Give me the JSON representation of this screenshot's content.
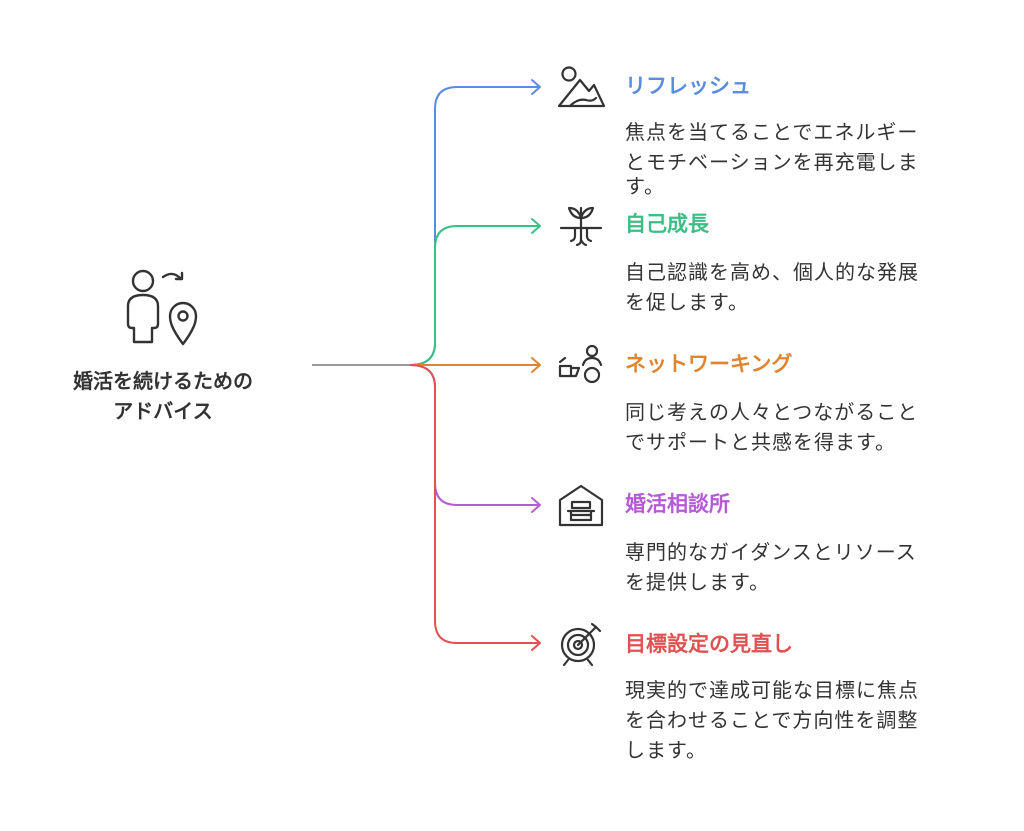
{
  "root": {
    "label_line1": "婚活を続けるための",
    "label_line2": "アドバイス",
    "icon": "person-location-icon"
  },
  "line_color": "#999999",
  "branches": [
    {
      "title": "リフレッシュ",
      "desc_lines": [
        "焦点を当てることでエネルギー",
        "とモチベーションを再充電しま",
        "す。"
      ],
      "color": "#5b8ddf",
      "icon": "landscape-icon"
    },
    {
      "title": "自己成長",
      "desc_lines": [
        "自己認識を高め、個人的な発展",
        "を促します。"
      ],
      "color": "#3cbf84",
      "icon": "sprout-icon"
    },
    {
      "title": "ネットワーキング",
      "desc_lines": [
        "同じ考えの人々とつながること",
        "でサポートと共感を得ます。"
      ],
      "color": "#e0852f",
      "icon": "network-people-icon"
    },
    {
      "title": "婚活相談所",
      "desc_lines": [
        "専門的なガイダンスとリソース",
        "を提供します。"
      ],
      "color": "#b65bd8",
      "icon": "office-desk-icon"
    },
    {
      "title": "目標設定の見直し",
      "desc_lines": [
        "現実的で達成可能な目標に焦点",
        "を合わせることで方向性を調整",
        "します。"
      ],
      "color": "#e05252",
      "icon": "target-icon"
    }
  ]
}
